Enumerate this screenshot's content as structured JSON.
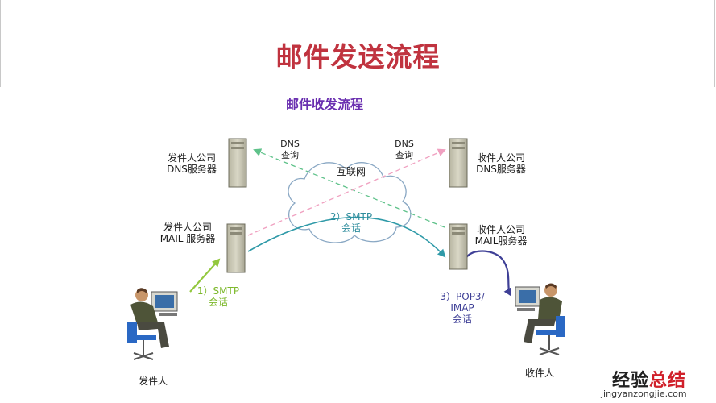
{
  "page": {
    "title": "邮件发送流程",
    "subtitle": "邮件收发流程"
  },
  "nodes": {
    "sender_dns": {
      "line1": "发件人公司",
      "line2": "DNS服务器"
    },
    "recipient_dns": {
      "line1": "收件人公司",
      "line2": "DNS服务器"
    },
    "sender_mail": {
      "line1": "发件人公司",
      "line2": "MAIL 服务器"
    },
    "recipient_mail": {
      "line1": "收件人公司",
      "line2": "MAIL服务器"
    },
    "internet": "互联网",
    "sender": "发件人",
    "recipient": "收件人"
  },
  "edges": {
    "dns_query_left": {
      "line1": "DNS",
      "line2": "查询"
    },
    "dns_query_right": {
      "line1": "DNS",
      "line2": "查询"
    },
    "smtp1": {
      "line1": "1）SMTP",
      "line2": "会话"
    },
    "smtp2": {
      "line1": "2）SMTP",
      "line2": "会话"
    },
    "pop3": {
      "line1": "3）POP3/",
      "line2": "IMAP",
      "line3": "会话"
    }
  },
  "watermark": {
    "text_a": "经验",
    "text_b": "总结",
    "url": "jingyanzongjie.com"
  },
  "colors": {
    "title": "#c0333f",
    "subtitle": "#6a2fb0",
    "smtp1": "#93c83e",
    "smtp2": "#2f9aa8",
    "pop3": "#3e3f96",
    "dns_green": "#5fc28a",
    "dns_pink": "#f0a0c0"
  }
}
